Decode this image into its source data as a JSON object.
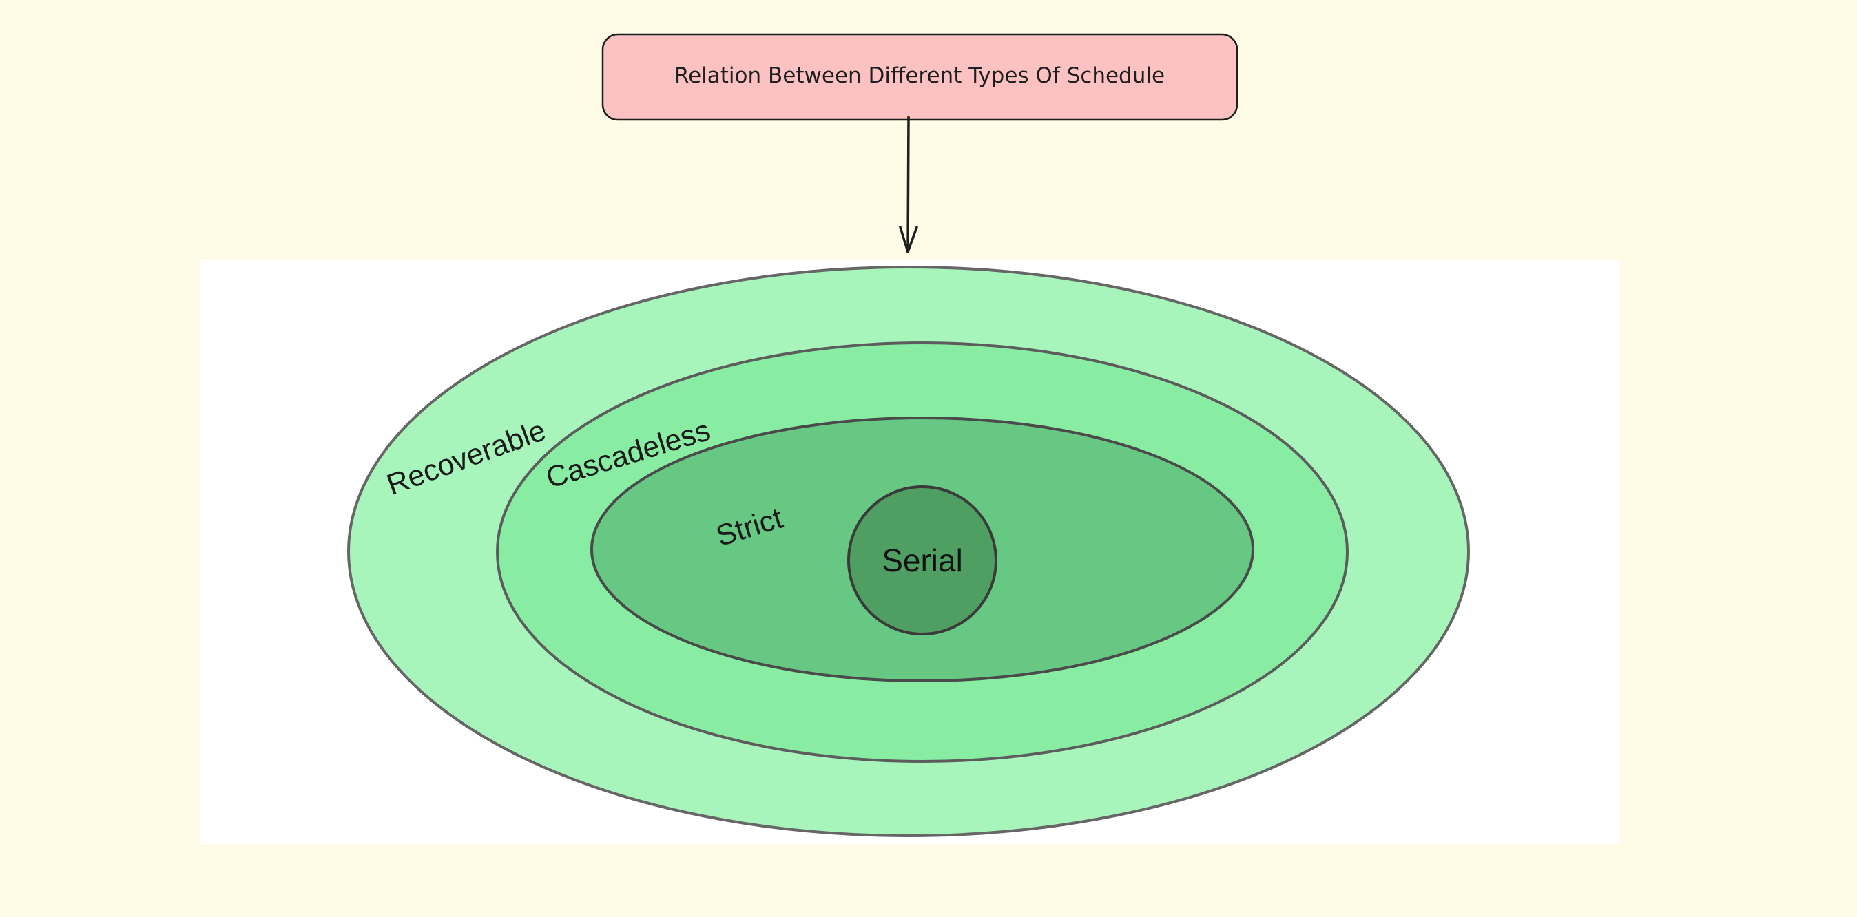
{
  "title": {
    "text": "Relation Between Different Types Of Schedule"
  },
  "diagram": {
    "type": "nested-sets",
    "sets": [
      {
        "label": "Recoverable",
        "fill": "#a8f5bc"
      },
      {
        "label": "Cascadeless",
        "fill": "#88eda2"
      },
      {
        "label": "Strict",
        "fill": "#66c882"
      },
      {
        "label": "Serial",
        "fill": "#4f9f62"
      }
    ]
  },
  "colors": {
    "page_background": "#fefce6",
    "panel_background": "#ffffff",
    "title_box_fill": "#fcc2c2",
    "stroke": "#1e1e1e",
    "ellipse_stroke": "#666666"
  }
}
